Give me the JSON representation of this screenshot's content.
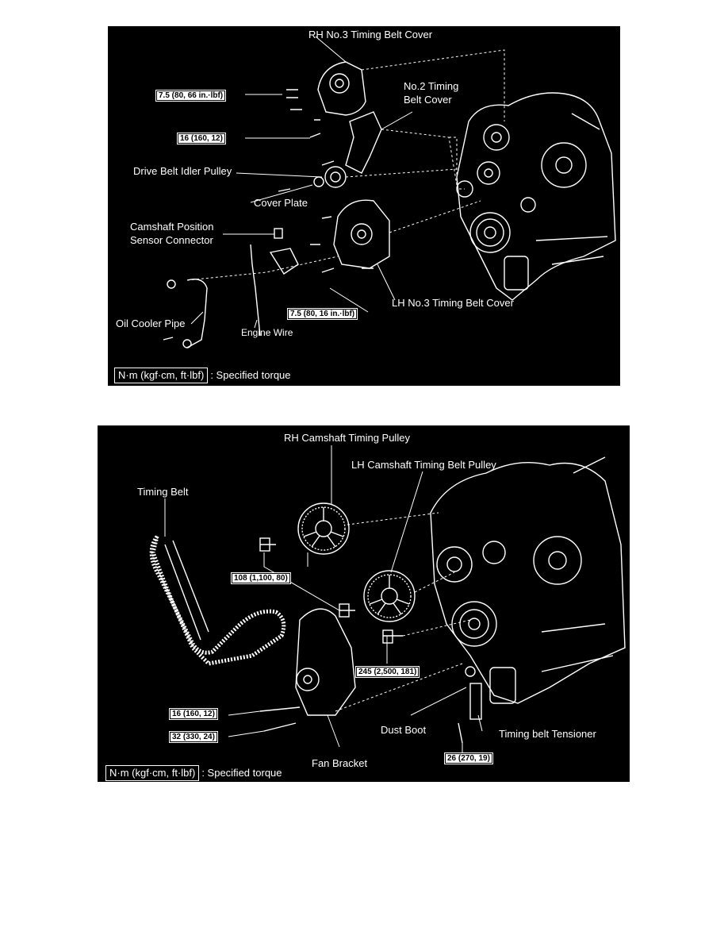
{
  "top_panel": {
    "labels": {
      "rh_cover": "RH No.3 Timing Belt Cover",
      "no2_cover_line1": "No.2 Timing",
      "no2_cover_line2": "Belt Cover",
      "idler": "Drive Belt Idler Pulley",
      "cover_plate": "Cover Plate",
      "cam_sensor_line1": "Camshaft Position",
      "cam_sensor_line2": "Sensor Connector",
      "oil_pipe": "Oil Cooler Pipe",
      "engine_wire": "Engine Wire",
      "lh_cover": "LH No.3 Timing Belt Cover"
    },
    "torques": {
      "t1": "7.5 (80, 66 in.·lbf)",
      "t2": "16 (160, 12)",
      "t3": "7.5 (80, 16 in.·lbf)"
    },
    "legend": {
      "units": "N·m (kgf·cm, ft·lbf)",
      "text": ": Specified torque"
    }
  },
  "bottom_panel": {
    "labels": {
      "rh_pulley": "RH Camshaft Timing Pulley",
      "lh_pulley": "LH Camshaft Timing Belt Pulley",
      "timing_belt": "Timing Belt",
      "dust_boot": "Dust Boot",
      "tensioner": "Timing belt Tensioner",
      "fan_bracket": "Fan Bracket"
    },
    "torques": {
      "t1": "108 (1,100, 80)",
      "t2": "245 (2,500, 181)",
      "t3": "16 (160, 12)",
      "t4": "32 (330, 24)",
      "t5": "26 (270, 19)"
    },
    "legend": {
      "units": "N·m (kgf·cm, ft·lbf)",
      "text": ": Specified torque"
    }
  }
}
